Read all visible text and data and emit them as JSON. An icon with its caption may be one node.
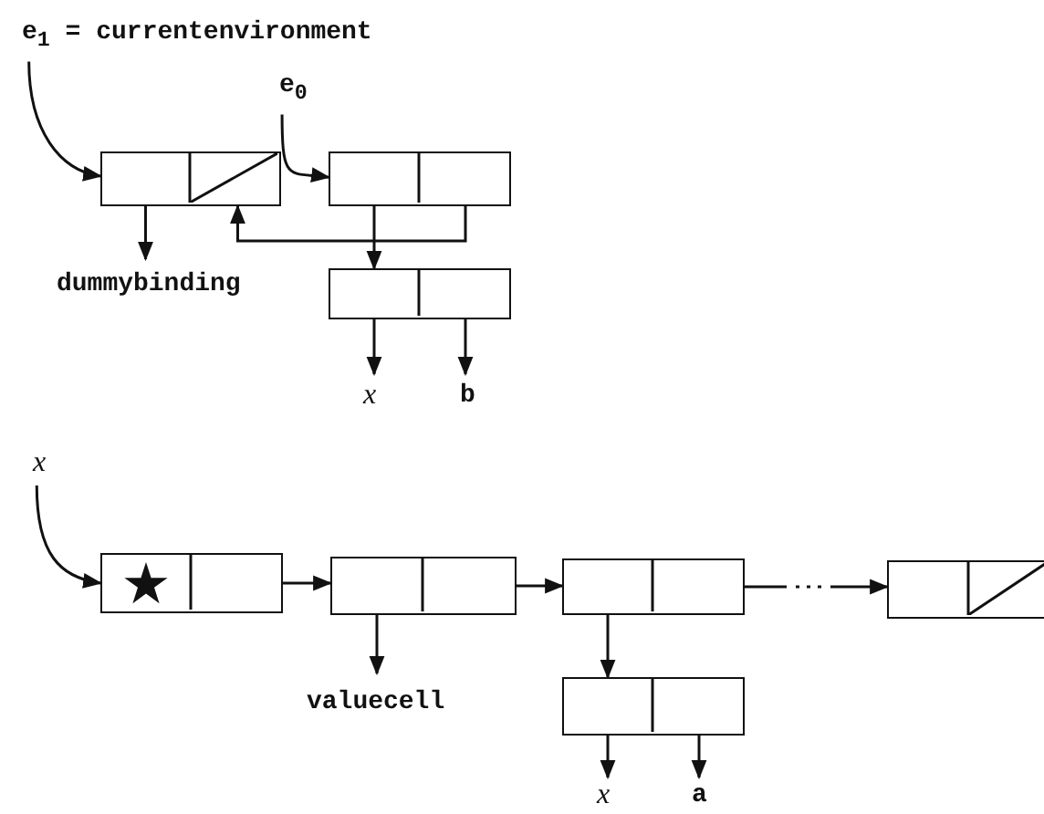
{
  "diagram": {
    "nodes": [
      {
        "text": [
          "e$_{1}$ = currentenvironment"
        ]
      },
      {
        "text": [
          "e$_{0}$"
        ]
      },
      {
        "text": [],
        "shape": "box"
      },
      {
        "text": [],
        "shape": "box"
      },
      {
        "text": [],
        "shape": "box"
      },
      {
        "text": [
          "dummybinding"
        ]
      },
      {
        "text": [
          "x"
        ]
      },
      {
        "text": [
          "b"
        ]
      },
      {
        "text": [
          "x"
        ]
      },
      {
        "text": [],
        "shape": "box"
      },
      {
        "text": [],
        "shape": "box"
      },
      {
        "text": [],
        "shape": "box"
      },
      {
        "text": [],
        "shape": "box"
      },
      {
        "text": [
          "valuecell"
        ]
      },
      {
        "text": [],
        "shape": "box"
      },
      {
        "text": [
          "x"
        ]
      },
      {
        "text": [
          "a"
        ]
      }
    ],
    "edges": [
      {
        "from": 0,
        "to": 2,
        "arrow": "to"
      },
      {
        "from": 1,
        "to": 3,
        "arrow": "to"
      },
      {
        "from": 2,
        "to": 5,
        "arrow": "to"
      },
      {
        "from": 3,
        "to": 4,
        "arrow": "to"
      },
      {
        "from": 3,
        "to": 2,
        "arrow": "to"
      },
      {
        "from": 4,
        "to": 6,
        "arrow": "to"
      },
      {
        "from": 4,
        "to": 7,
        "arrow": "to"
      },
      {
        "from": 8,
        "to": 9,
        "arrow": "to"
      },
      {
        "from": 9,
        "to": 10,
        "arrow": "to"
      },
      {
        "from": 10,
        "to": 11,
        "arrow": "to"
      },
      {
        "from": 11,
        "to": 12,
        "arrow": "to",
        "style": "dashed"
      },
      {
        "from": 10,
        "to": 13,
        "arrow": "to"
      },
      {
        "from": 11,
        "to": 14,
        "arrow": "to"
      },
      {
        "from": 14,
        "to": 15,
        "arrow": "to"
      },
      {
        "from": 14,
        "to": 16,
        "arrow": "to"
      }
    ]
  }
}
